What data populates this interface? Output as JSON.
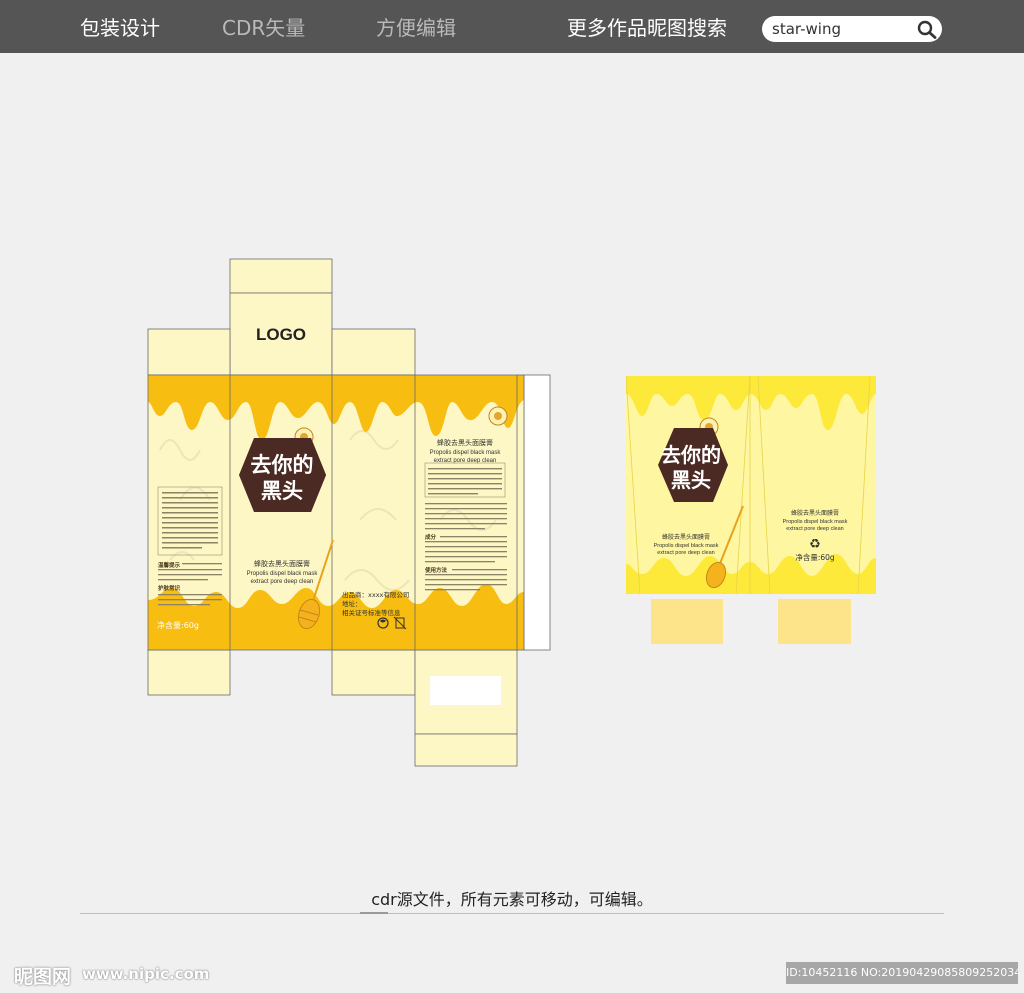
{
  "nav": {
    "item1": "包装设计",
    "item2": "CDR矢量",
    "item3": "方便编辑",
    "item4": "更多作品昵图搜索"
  },
  "search": {
    "value": "star-wing"
  },
  "design": {
    "logo": "LOGO",
    "headline_line1": "去你的",
    "headline_line2": "黑头",
    "product_name_cn": "蜂胶去黑头面膜膏",
    "product_name_en_1": "Propolis dispel black mask",
    "product_name_en_2": "extract pore deep clean",
    "net_content": "净含量:60g",
    "manufacturer": "出品商：xxxx有限公司",
    "address": "地址：",
    "license": "相关证号标准等信息",
    "warm_tip_label": "温馨提示",
    "care_label": "护肤常识",
    "ingredient_label": "成分",
    "usage_label": "使用方法",
    "recycle_symbol": "♻"
  },
  "colors": {
    "cream": "#fdf6c5",
    "honey": "#f7bd10",
    "lemon": "#fde93a",
    "lemon_light": "#fef6a0",
    "hex_brown": "#4a2a22",
    "cap": "#fde38a"
  },
  "caption": "cdr源文件，所有元素可移动，可编辑。",
  "footer": {
    "logo": "昵图网",
    "url": "www.nipic.com",
    "id": "ID:10452116 NO:20190429085809252034"
  }
}
